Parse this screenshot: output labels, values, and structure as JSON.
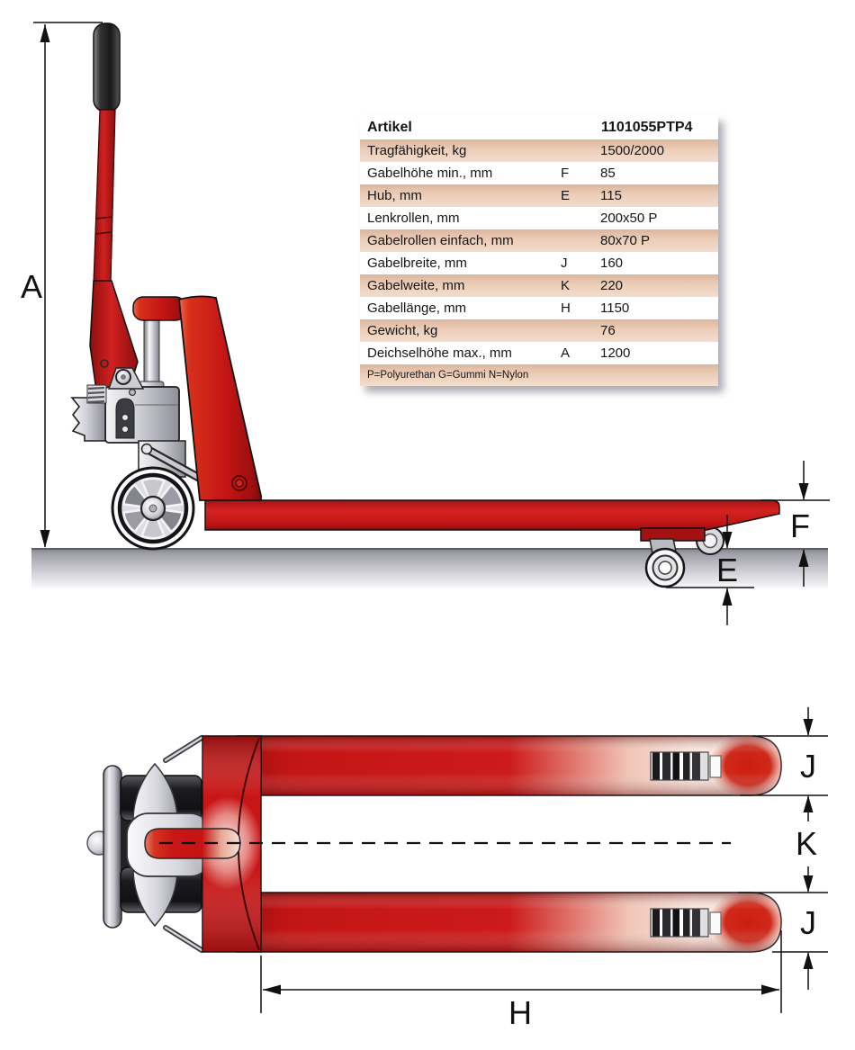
{
  "dims": {
    "A": "A",
    "F": "F",
    "E": "E",
    "J": "J",
    "K": "K",
    "H": "H"
  },
  "table": {
    "header": {
      "label": "Artikel",
      "value": "1101055PTP4"
    },
    "rows": [
      {
        "label": "Tragfähigkeit, kg",
        "code": "",
        "value": "1500/2000",
        "shaded": true
      },
      {
        "label": "Gabelhöhe min., mm",
        "code": "F",
        "value": "85",
        "shaded": false
      },
      {
        "label": "Hub, mm",
        "code": "E",
        "value": "115",
        "shaded": true
      },
      {
        "label": "Lenkrollen, mm",
        "code": "",
        "value": "200x50 P",
        "shaded": false
      },
      {
        "label": "Gabelrollen einfach, mm",
        "code": "",
        "value": "80x70 P",
        "shaded": true
      },
      {
        "label": "Gabelbreite, mm",
        "code": "J",
        "value": "160",
        "shaded": false
      },
      {
        "label": "Gabelweite, mm",
        "code": "K",
        "value": "220",
        "shaded": true
      },
      {
        "label": "Gabellänge, mm",
        "code": "H",
        "value": "1150",
        "shaded": false
      },
      {
        "label": "Gewicht, kg",
        "code": "",
        "value": "76",
        "shaded": true
      },
      {
        "label": "Deichselhöhe max., mm",
        "code": "A",
        "value": "1200",
        "shaded": false
      }
    ],
    "footnote": "P=Polyurethan G=Gummi N=Nylon"
  },
  "colors": {
    "accent_red": "#c81616",
    "dark_red": "#8d0f0f",
    "table_row_shade": "#e8c6ae",
    "ground_gray": "#9b9ba4"
  }
}
